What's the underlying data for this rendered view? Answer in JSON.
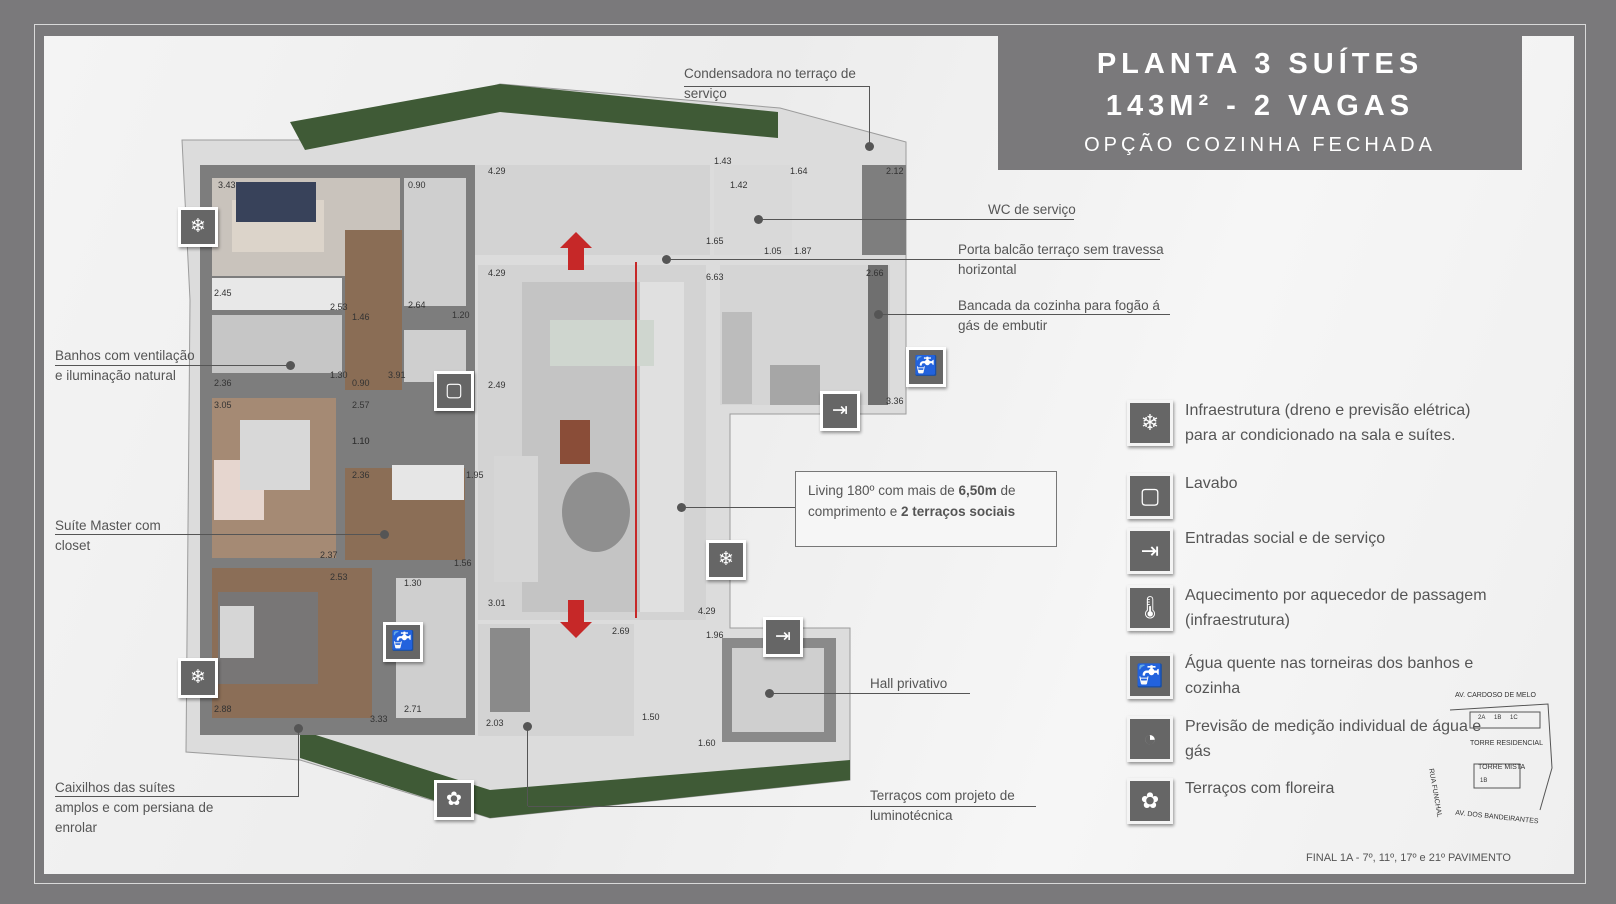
{
  "title": {
    "line1": "PLANTA 3 SUÍTES",
    "line2": "143M² - 2 VAGAS",
    "line3": "OPÇÃO COZINHA FECHADA"
  },
  "callouts": {
    "condensadora": "Condensadora no terraço de serviço",
    "wc": "WC de serviço",
    "porta": "Porta balcão terraço sem travessa horizontal",
    "bancada": "Bancada da cozinha para fogão á gás de embutir",
    "banhos": "Banhos com ventilação e iluminação natural",
    "suite": "Suíte Master com closet",
    "caixilhos": "Caixilhos das suítes amplos e com persiana de enrolar",
    "hall": "Hall privativo",
    "terracos": "Terraços com projeto de luminotécnica"
  },
  "living": {
    "text1": "Living 180º com mais de ",
    "bold1": "6,50m",
    "text2": " de comprimento e ",
    "bold2": "2 terraços sociais"
  },
  "legend": [
    {
      "icon": "snowflake-icon",
      "glyph": "❄",
      "text": "Infraestrutura (dreno e previsão elétrica) para ar condicionado na sala e suítes."
    },
    {
      "icon": "lavabo-icon",
      "glyph": "▢",
      "text": "Lavabo"
    },
    {
      "icon": "entrance-icon",
      "glyph": "⇥",
      "text": "Entradas social e de serviço"
    },
    {
      "icon": "thermometer-icon",
      "glyph": "🌡",
      "text": "Aquecimento por aquecedor de passagem (infraestrutura)"
    },
    {
      "icon": "faucet-icon",
      "glyph": "🚰",
      "text": "Água quente nas torneiras dos banhos e cozinha"
    },
    {
      "icon": "gauge-icon",
      "glyph": "◔",
      "text": "Previsão de medição individual de água e gás"
    },
    {
      "icon": "planter-icon",
      "glyph": "✿",
      "text": "Terraços com floreira"
    }
  ],
  "map": {
    "street1": "AV. CARDOSO DE MELO",
    "street2": "RUA FUNCHAL",
    "street3": "AV. DOS BANDEIRANTES",
    "tower1": "TORRE RESIDENCIAL",
    "tower2": "TORRE MISTA",
    "numbers": [
      "2A",
      "1B",
      "1C",
      "1B"
    ]
  },
  "footer": "FINAL 1A - 7º, 11º, 17º e 21º PAVIMENTO",
  "dimensions": [
    "3.43",
    "0.90",
    "4.29",
    "1.43",
    "1.64",
    "2.12",
    "1.42",
    "1.65",
    "1.05",
    "1.87",
    "4.29",
    "6.63",
    "2.66",
    "2.45",
    "2.53",
    "1.46",
    "2.64",
    "1.20",
    "2.36",
    "1.30",
    "0.90",
    "3.91",
    "1.10",
    "2.49",
    "3.36",
    "3.05",
    "2.57",
    "1.10",
    "2.36",
    "1.95",
    "2.37",
    "1.56",
    "2.53",
    "1.30",
    "3.01",
    "4.29",
    "2.69",
    "1.96",
    "2.88",
    "3.33",
    "2.71",
    "2.03",
    "1.50",
    "1.60"
  ]
}
